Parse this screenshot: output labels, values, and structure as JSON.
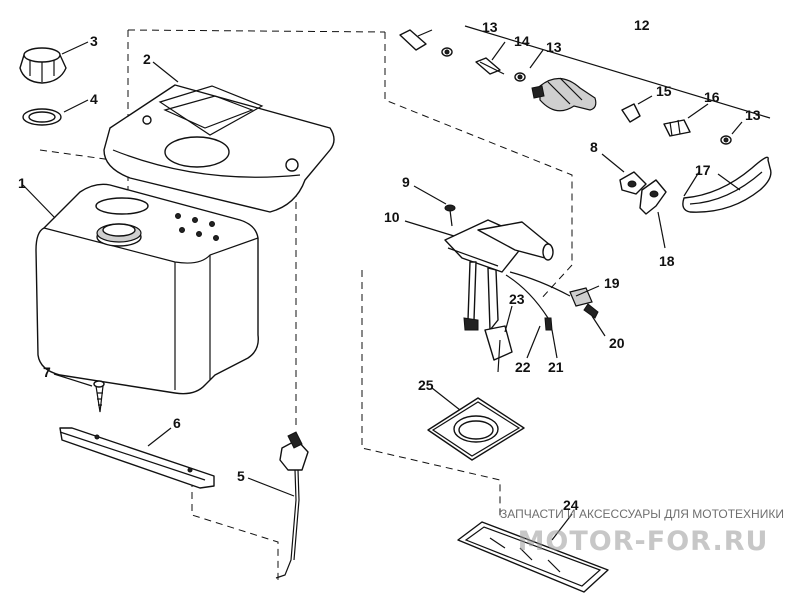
{
  "callouts": {
    "c1": "1",
    "c2": "2",
    "c3": "3",
    "c4": "4",
    "c5": "5",
    "c6": "6",
    "c7": "7",
    "c8": "8",
    "c9": "9",
    "c10": "10",
    "c11": "12",
    "c13a": "13",
    "c13b": "13",
    "c13c": "13",
    "c14": "14",
    "c15": "15",
    "c16": "16",
    "c17": "17",
    "c18": "18",
    "c19": "19",
    "c20": "20",
    "c21": "21",
    "c22": "22",
    "c23": "23",
    "c24": "24",
    "c25": "25"
  },
  "watermark": {
    "caption": "ЗАПЧАСТИ И АКСЕССУАРЫ ДЛЯ МОТОТЕХНИКИ",
    "logo_text": "MOTOR-FOR.RU"
  }
}
